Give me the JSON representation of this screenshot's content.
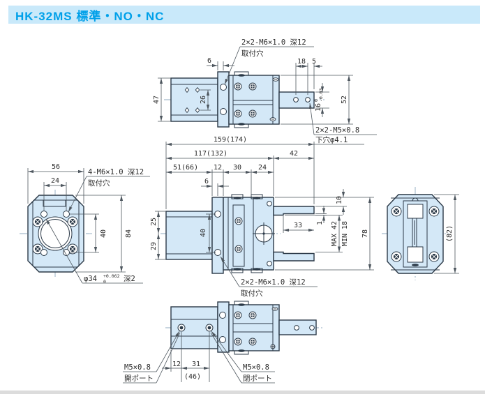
{
  "title": "HK-32MS 標準・NO・NC",
  "colors": {
    "accent": "#00a0e9",
    "titlebar_bg": "#c9e9fa",
    "part_fill": "#d4e8f7",
    "outline": "#2b3947",
    "dimension": "#4d565e",
    "centerline": "#8fa9bf"
  },
  "top_view": {
    "callout_mount_line1": "2×2-M6×1.0 深12",
    "callout_mount_line2": "取付穴",
    "callout_pilot_line1": "2×2-M5×0.8",
    "callout_pilot_line2": "下穴φ4.1",
    "dim_6": "6",
    "dim_47": "47",
    "dim_26": "26",
    "dim_18": "18",
    "dim_5": "5",
    "dim_16": "16",
    "dim_16_tol_upper": "0",
    "dim_16_tol_lower": "-0.03",
    "dim_52": "52"
  },
  "left_view": {
    "callout_mount_line1": "4-M6×1.0 深12",
    "callout_mount_line2": "取付穴",
    "dim_56": "56",
    "dim_24": "24",
    "dim_40": "40",
    "dim_84": "84",
    "bore_dia": "φ34",
    "bore_tol_upper": "+0.062",
    "bore_tol_lower": "0",
    "bore_depth": "深2"
  },
  "front_view": {
    "dim_159": "159(174)",
    "dim_117": "117(132)",
    "dim_42": "42",
    "dim_51": "51(66)",
    "dim_12": "12",
    "dim_30": "30",
    "dim_24": "24",
    "dim_6": "6",
    "dim_25": "25",
    "dim_29": "29",
    "dim_40": "40",
    "dim_10": "10",
    "dim_33": "33",
    "dim_1": "1",
    "dim_max": "MAX 42",
    "dim_min": "MIN 18",
    "dim_78": "78",
    "callout_mount_line1": "2×2-M6×1.0 深12",
    "callout_mount_line2": "取付穴"
  },
  "right_view": {
    "dim_82": "(82)"
  },
  "bottom_view": {
    "port_open_line1": "M5×0.8",
    "port_open_line2": "開ポート",
    "port_close_line1": "M5×0.8",
    "port_close_line2": "閉ポート",
    "dim_12": "12",
    "dim_31": "31",
    "dim_46": "(46)"
  }
}
